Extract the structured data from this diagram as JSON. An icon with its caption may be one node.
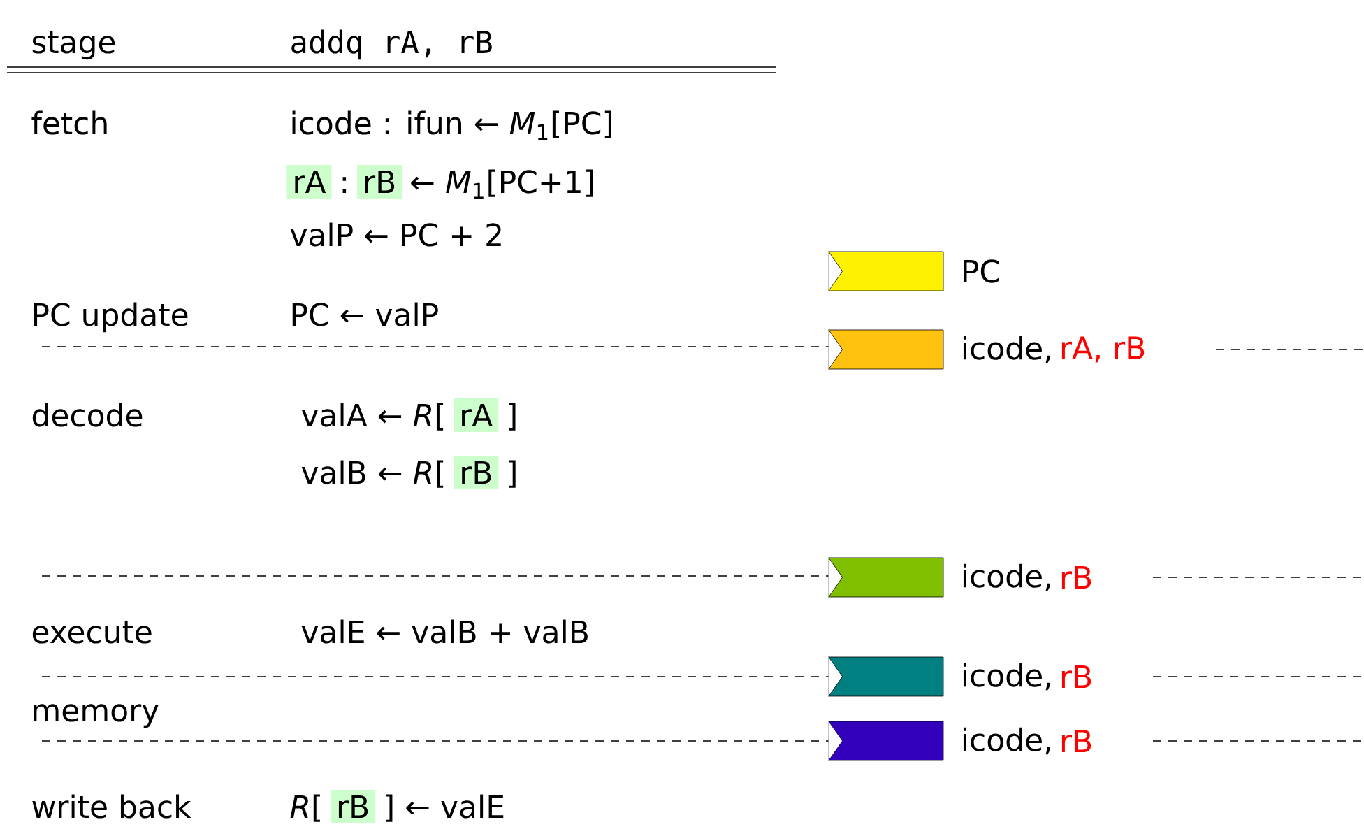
{
  "diagram": {
    "nodes": [
      {
        "text": [],
        "shape": "box",
        "beside": [
          "PC"
        ]
      },
      {
        "text": [],
        "shape": "box",
        "beside": [
          "icode,",
          "rA, rB"
        ]
      },
      {
        "text": [],
        "shape": "box",
        "beside": [
          "icode,",
          "rB"
        ]
      },
      {
        "text": [],
        "shape": "box",
        "beside": [
          "icode,",
          "rB"
        ]
      },
      {
        "text": [],
        "shape": "box",
        "beside": [
          "icode,",
          "rB"
        ]
      }
    ],
    "labels": [
      "stage",
      "addq rA, rB",
      "fetch",
      "icode : ifun ← *M*$_{1}$[PC]",
      "rA",
      ":",
      "rB",
      "← *M*$_{1}$[PC+1]",
      "valP ← PC + 2",
      "PC update",
      "PC ← valP",
      "decode",
      "valA  ← *R*[",
      "rA",
      "]",
      "valB  ← *R*[",
      "rB",
      "]",
      "execute",
      "valE  ←  valB  +  valB",
      "memory",
      "write back",
      "*R*[",
      "rB",
      "] ← valE"
    ]
  }
}
